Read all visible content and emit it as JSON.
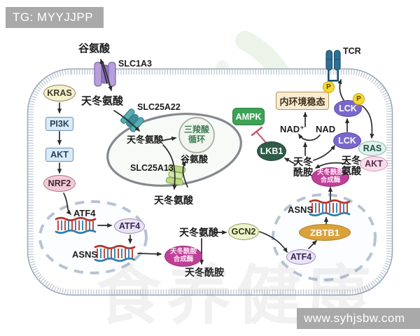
{
  "overlays": {
    "tag": "TG: MYYJJPP",
    "url": "www.syhjsbw.com",
    "faint_watermark": "食养健康"
  },
  "colors": {
    "bar_gray": "#a9a9a9",
    "ampk_green": "#3da356",
    "lkb1_dark_green": "#2f5b49",
    "lck_purple": "#7b68cb",
    "enzyme_magenta": "#c04099",
    "zbtb1_gold": "#d9a23b",
    "phospho_yellow": "#f6d832",
    "homeostasis_cream": "#f8edd2",
    "dna_red": "#b5342c",
    "dna_blue": "#2f7fae",
    "membrane_gray_blue": "#9aa5b6",
    "inhibition_red": "#c4566b"
  },
  "labels": {
    "glutamate_top": "谷氨酸",
    "slc1a3": "SLC1A3",
    "aspartate_top": "天冬氨酸",
    "kras": "KRAS",
    "pi3k": "PI3K",
    "akt": "AKT",
    "nrf2": "NRF2",
    "slc25a22": "SLC25A22",
    "asp_mito": "天冬氨酸",
    "tca_line1": "三羧酸",
    "tca_line2": "循环",
    "slc25a13": "SLC25A13",
    "glu_mito": "谷氨酸",
    "asp_below_mito": "天冬氨酸",
    "atf4_gene": "ATF4",
    "atf4_protein": "ATF4",
    "asns_gene_left": "ASNS",
    "asp_cytosol": "天冬氨酸",
    "gcn2": "GCN2",
    "enzyme_line1": "天冬酰胺",
    "enzyme_line2": "合成酶",
    "asparagine_bottom": "天冬酰胺",
    "ampk": "AMPK",
    "homeostasis": "内环境稳态",
    "nad_plus": "NAD⁺",
    "nad": "NAD",
    "lkb1": "LKB1",
    "asn_line1": "天冬",
    "asn_line2": "酰胺",
    "asp_line1": "天冬",
    "asp_line2": "氨酸",
    "lck": "LCK",
    "p": "P",
    "tcr": "TCR",
    "ras": "RAS",
    "akt_right": "AKT",
    "asns_gene_right": "ASNS",
    "zbtb1": "ZBTB1",
    "atf4_right": "ATF4"
  }
}
